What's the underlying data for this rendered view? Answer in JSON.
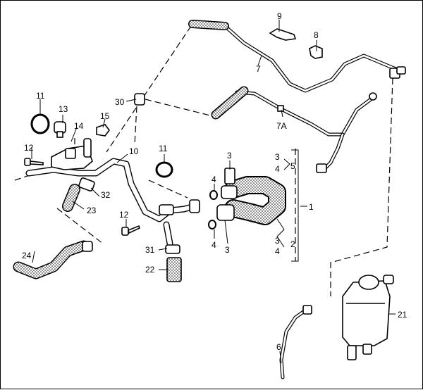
{
  "colors": {
    "ink": "#000000",
    "paper": "#ffffff"
  },
  "labels": {
    "p1": "1",
    "p2": "2",
    "p3a": "3",
    "p3b": "3",
    "p3c": "3",
    "p3d": "3",
    "p4a": "4",
    "p4b": "4",
    "p4c": "4",
    "p4d": "4",
    "p5": "5",
    "p6": "6",
    "p7": "7",
    "p7a": "7A",
    "p8": "8",
    "p9": "9",
    "p10": "10",
    "p11a": "11",
    "p11b": "11",
    "p12a": "12",
    "p12b": "12",
    "p13": "13",
    "p14": "14",
    "p15": "15",
    "p21": "21",
    "p22": "22",
    "p23": "23",
    "p24": "24",
    "p30": "30",
    "p31": "31",
    "p32": "32"
  }
}
